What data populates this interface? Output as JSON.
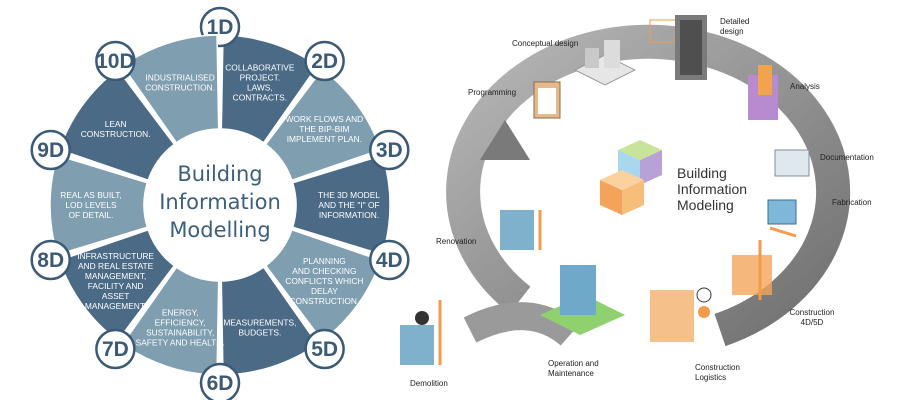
{
  "left_wheel": {
    "center_title": [
      "Building",
      "Information",
      "Modelling"
    ],
    "segments": [
      {
        "dim": "1D",
        "lines": [
          "COLLABORATIVE",
          "PROJECT.",
          "LAWS,",
          "CONTRACTS."
        ]
      },
      {
        "dim": "2D",
        "lines": [
          "WORK FLOWS AND",
          "THE BIP-BIM",
          "IMPLEMENT PLAN."
        ]
      },
      {
        "dim": "3D",
        "lines": [
          "THE 3D MODEL",
          "AND THE \"I\" OF",
          "INFORMATION."
        ]
      },
      {
        "dim": "4D",
        "lines": [
          "PLANNING",
          "AND CHECKING",
          "CONFLICTS WHICH",
          "DELAY",
          "CONSTRUCTION."
        ]
      },
      {
        "dim": "5D",
        "lines": [
          "MEASUREMENTS,",
          "BUDGETS."
        ]
      },
      {
        "dim": "6D",
        "lines": [
          "ENERGY,",
          "EFFICIENCY,",
          "SUSTAINABILITY,",
          "SAFETY AND HEALTH."
        ]
      },
      {
        "dim": "7D",
        "lines": [
          "INFRASTRUCTURE",
          "AND REAL ESTATE",
          "MANAGEMENT,",
          "FACILITY AND",
          "ASSET",
          "MANAGEMENT."
        ]
      },
      {
        "dim": "8D",
        "lines": [
          "REAL AS BUILT,",
          "LOD LEVELS",
          "OF DETAIL."
        ]
      },
      {
        "dim": "9D",
        "lines": [
          "LEAN",
          "CONSTRUCTION."
        ]
      },
      {
        "dim": "10D",
        "lines": [
          "INDUSTRIALISED",
          "CONSTRUCTION."
        ]
      }
    ],
    "colors": {
      "dark": "#4a6a86",
      "light": "#7f9eb0",
      "badge_border": "#3b5a75"
    }
  },
  "right_cycle": {
    "center_title": [
      "Building",
      "Information",
      "Modeling"
    ],
    "stages": [
      {
        "id": "conceptual-design",
        "label": [
          "Conceptual design"
        ]
      },
      {
        "id": "detailed-design",
        "label": [
          "Detailed",
          "design"
        ]
      },
      {
        "id": "programming",
        "label": [
          "Programming"
        ]
      },
      {
        "id": "analysis",
        "label": [
          "Analysis"
        ]
      },
      {
        "id": "documentation",
        "label": [
          "Documentation"
        ]
      },
      {
        "id": "fabrication",
        "label": [
          "Fabrication"
        ]
      },
      {
        "id": "renovation",
        "label": [
          "Renovation"
        ]
      },
      {
        "id": "construction-4d5d",
        "label": [
          "Construction",
          "4D/5D"
        ]
      },
      {
        "id": "operation-maintenance",
        "label": [
          "Operation and",
          "Maintenance"
        ]
      },
      {
        "id": "construction-logistics",
        "label": [
          "Construction",
          "Logistics"
        ]
      },
      {
        "id": "demolition",
        "label": [
          "Demolition"
        ]
      }
    ],
    "colors": {
      "ring": "#8c8c8c",
      "cube_orange": "#f5a24b",
      "cube_green": "#b7d77a",
      "cube_purple": "#a888c9",
      "cube_blue": "#8ed0e8"
    }
  }
}
